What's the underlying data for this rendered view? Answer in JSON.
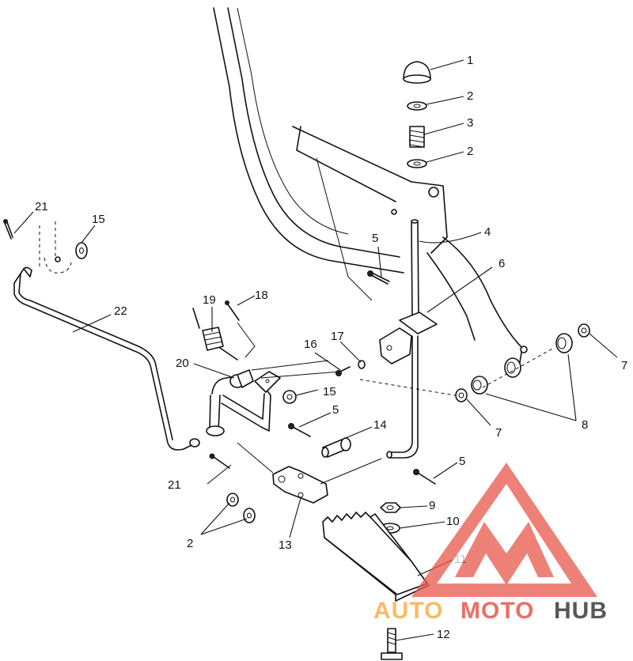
{
  "callouts": [
    {
      "id": "c1",
      "label": "1"
    },
    {
      "id": "c2a",
      "label": "2"
    },
    {
      "id": "c3",
      "label": "3"
    },
    {
      "id": "c2b",
      "label": "2"
    },
    {
      "id": "c4",
      "label": "4"
    },
    {
      "id": "c5a",
      "label": "5"
    },
    {
      "id": "c6",
      "label": "6"
    },
    {
      "id": "c7a",
      "label": "7"
    },
    {
      "id": "c21a",
      "label": "21"
    },
    {
      "id": "c15a",
      "label": "15"
    },
    {
      "id": "c22",
      "label": "22"
    },
    {
      "id": "c19",
      "label": "19"
    },
    {
      "id": "c18",
      "label": "18"
    },
    {
      "id": "c16",
      "label": "16"
    },
    {
      "id": "c17",
      "label": "17"
    },
    {
      "id": "c20",
      "label": "20"
    },
    {
      "id": "c15b",
      "label": "15"
    },
    {
      "id": "c5b",
      "label": "5"
    },
    {
      "id": "c7b",
      "label": "7"
    },
    {
      "id": "c8",
      "label": "8"
    },
    {
      "id": "c14",
      "label": "14"
    },
    {
      "id": "c5c",
      "label": "5"
    },
    {
      "id": "c21b",
      "label": "21"
    },
    {
      "id": "c9",
      "label": "9"
    },
    {
      "id": "c10",
      "label": "10"
    },
    {
      "id": "c2c",
      "label": "2"
    },
    {
      "id": "c13",
      "label": "13"
    },
    {
      "id": "c11",
      "label": "11"
    },
    {
      "id": "c12",
      "label": "12"
    }
  ],
  "watermark": {
    "part1": "AUTO",
    "part2": "MOTO",
    "part3": "HUB",
    "color_orange": "#f5b04a",
    "color_red": "#e8574b",
    "color_gray": "#3a3a3a"
  }
}
